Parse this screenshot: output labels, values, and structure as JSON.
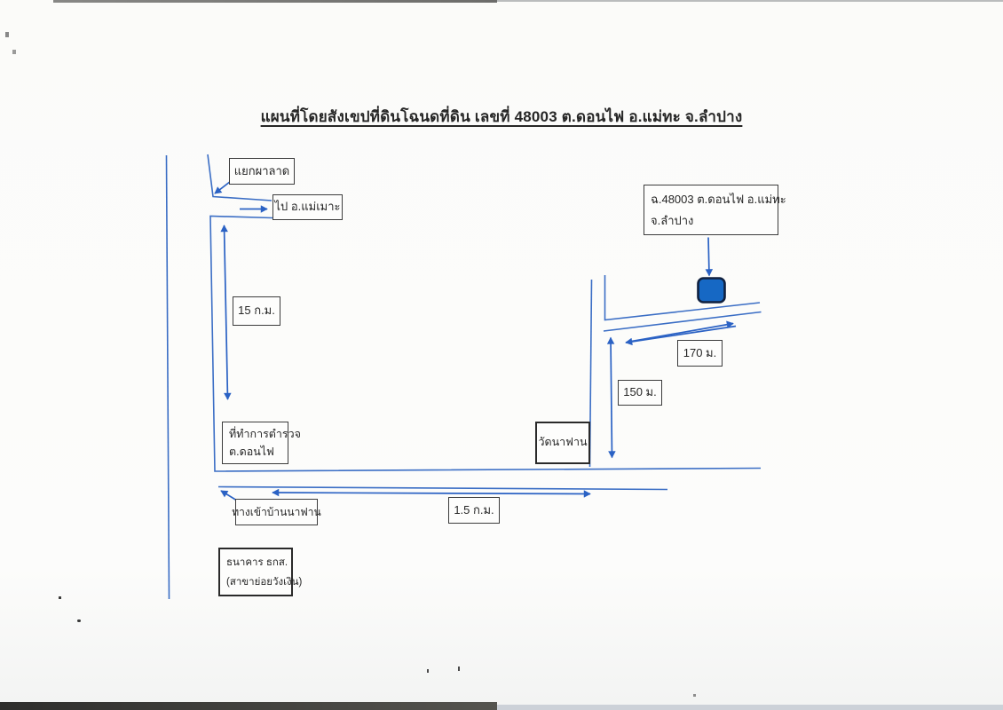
{
  "page": {
    "title": "แผนที่โดยสังเขปที่ดินโฉนดที่ดิน เลขที่ 48003 ต.ดอนไฟ อ.แม่ทะ จ.ลำปาง"
  },
  "map": {
    "boxes": {
      "junction": {
        "label": "แยกผาลาด"
      },
      "to_maemoh": {
        "label": "ไป อ.แม่เมาะ"
      },
      "deed": {
        "line1": "ฉ.48003 ต.ดอนไฟ อ.แม่ทะ",
        "line2": "จ.ลำปาง"
      },
      "dist_15km": {
        "label": "15 ก.ม."
      },
      "dist_170m": {
        "label": "170 ม."
      },
      "dist_150m": {
        "label": "150 ม."
      },
      "police": {
        "line1": "ที่ทำการตำรวจ",
        "line2": "ต.ดอนไฟ"
      },
      "temple": {
        "label": "วัดนาฟาน"
      },
      "village_entrance": {
        "label": "ทางเข้าบ้านนาฟาน"
      },
      "dist_1_5km": {
        "label": "1.5 ก.ม."
      },
      "bank": {
        "line1": "ธนาคาร ธกส.",
        "line2": "(สาขาย่อยวังเงิน)"
      }
    },
    "colors": {
      "road_blue": "#3b6ec5",
      "arrow_blue": "#2b62c4",
      "parcel_fill": "#1668c4",
      "parcel_border": "#10213f",
      "box_border": "#3c3c3c",
      "text": "#262626"
    }
  }
}
